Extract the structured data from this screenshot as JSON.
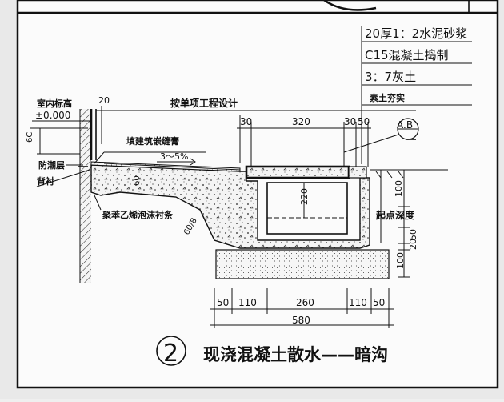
{
  "layers": {
    "l1": "20厚1：2水泥砂浆",
    "l2": "C15混凝土捣制",
    "l3": "3：7灰土",
    "l4": "素土夯实"
  },
  "labels": {
    "indoor_elev": "室内标高",
    "elev_value": "±0.000",
    "damp_layer": "防潮层",
    "backing": "背衬",
    "fill_sealant": "填建筑嵌缝膏",
    "slope": "3～5%",
    "pe_strip": "聚苯乙烯泡沫衬条",
    "design_note": "按单项工程设计",
    "ref_mark": "A.B",
    "start_depth": "起点深度",
    "gc": "6C",
    "slope_60": "60",
    "slope_grade": "60/8"
  },
  "dims": {
    "top": [
      "20",
      "30",
      "320",
      "30",
      "50"
    ],
    "left_small": "20",
    "inner_depth": "220",
    "right_100": "100",
    "right_50": "50",
    "right_20": "20",
    "right_bottom_100": "100",
    "bottom_row": [
      "50",
      "110",
      "260",
      "110",
      "50"
    ],
    "total": "580"
  },
  "caption": {
    "number": "2",
    "title": "现浇混凝土散水——暗沟"
  }
}
